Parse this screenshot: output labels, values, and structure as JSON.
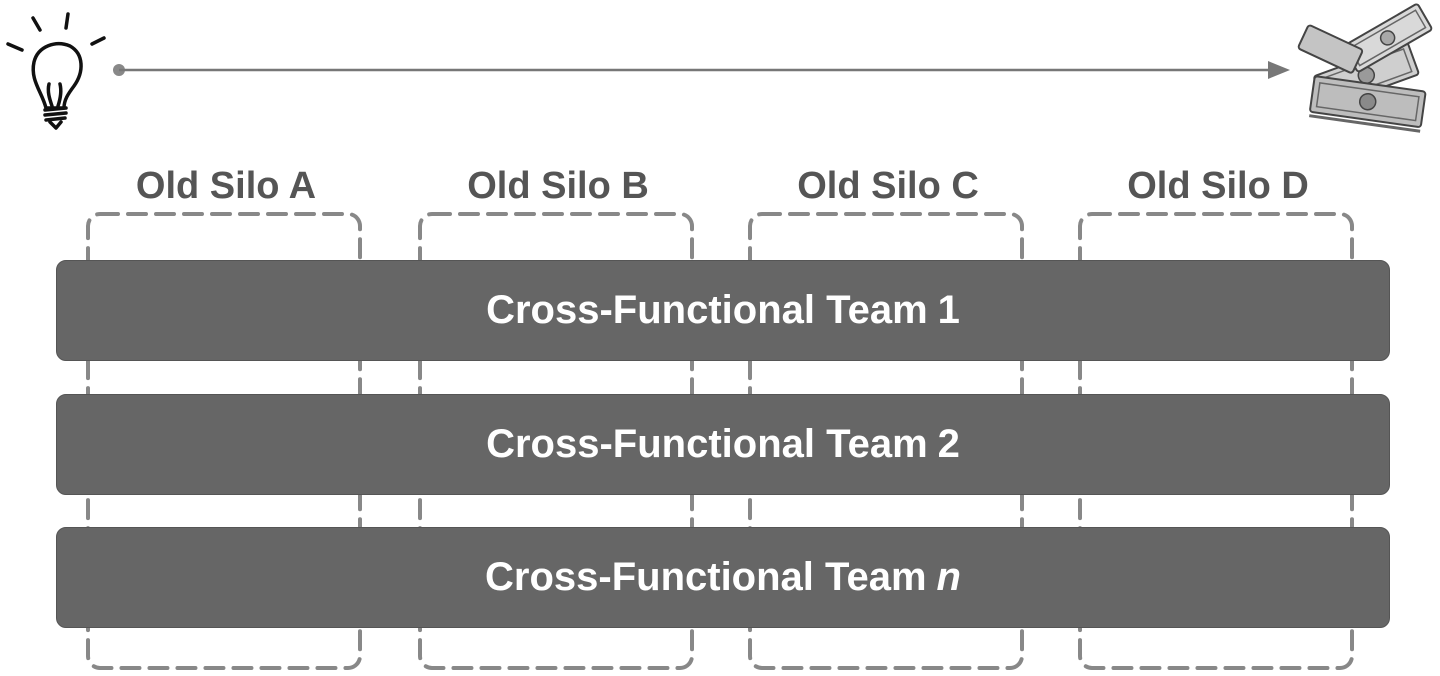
{
  "silos": [
    {
      "label": "Old Silo A"
    },
    {
      "label": "Old Silo B"
    },
    {
      "label": "Old Silo C"
    },
    {
      "label": "Old Silo D"
    }
  ],
  "teams": [
    {
      "label": "Cross-Functional Team",
      "number": "1",
      "italic": false
    },
    {
      "label": "Cross-Functional Team",
      "number": "2",
      "italic": false
    },
    {
      "label": "Cross-Functional Team",
      "number": "n",
      "italic": true
    }
  ],
  "icons": {
    "start": "lightbulb-icon",
    "end": "money-stack-icon"
  },
  "colors": {
    "bar": "#666666",
    "silo_outline": "#888888",
    "label": "#555555",
    "arrow": "#777777"
  }
}
